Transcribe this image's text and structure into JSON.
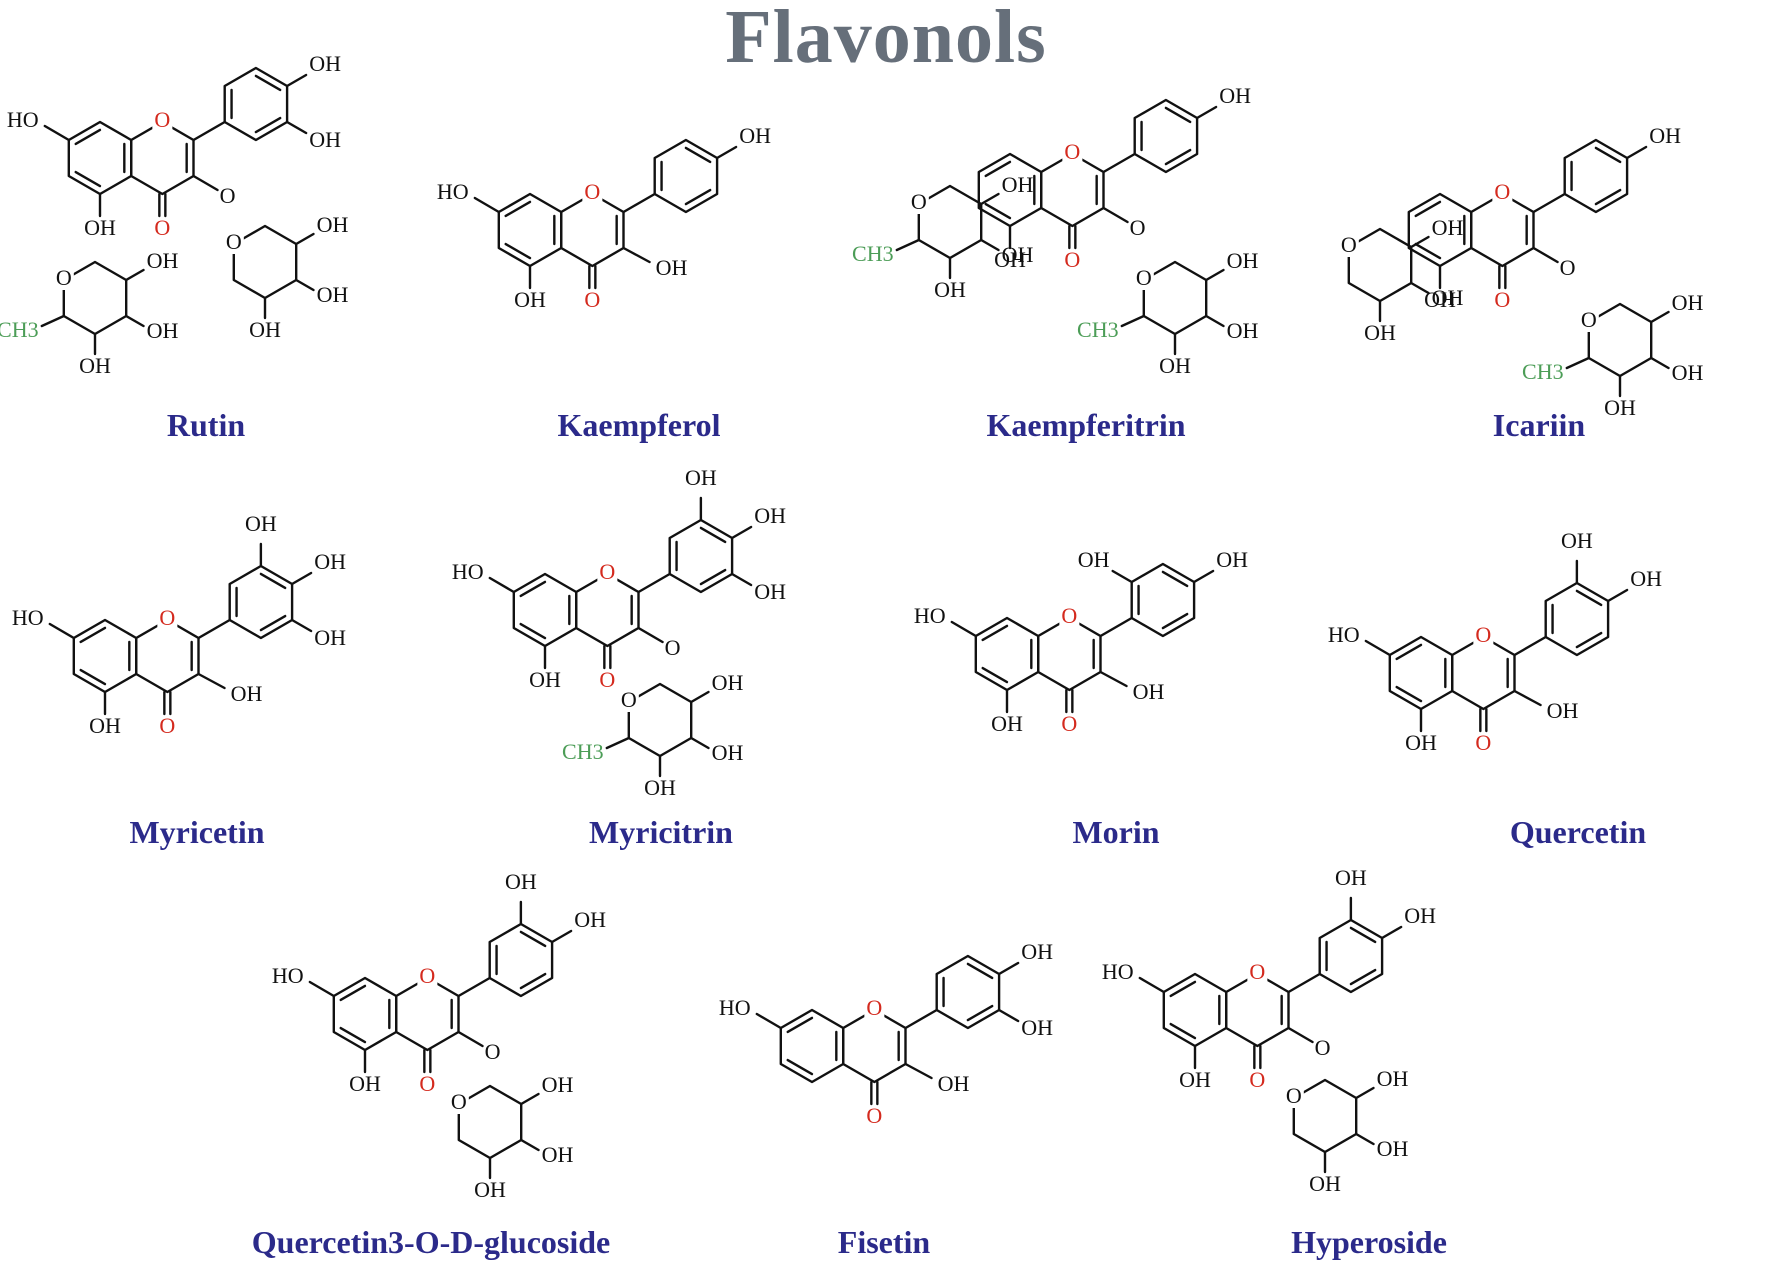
{
  "title": "Flavonols",
  "compounds": [
    {
      "name": "Rutin"
    },
    {
      "name": "Kaempferol"
    },
    {
      "name": "Kaempferitrin"
    },
    {
      "name": "Icariin"
    },
    {
      "name": "Myricetin"
    },
    {
      "name": "Myricitrin"
    },
    {
      "name": "Morin"
    },
    {
      "name": "Quercetin"
    },
    {
      "name": "Quercetin3-O-D-glucoside"
    },
    {
      "name": "Fisetin"
    },
    {
      "name": "Hyperoside"
    }
  ],
  "atom_labels": {
    "oh": "OH",
    "ho": "HO",
    "o": "O",
    "ch3": "CH3"
  },
  "colors": {
    "title": "#666f7a",
    "compound_name": "#2b2a8a",
    "ring_oxygen": "#d42a1e",
    "methyl": "#4c9d57"
  }
}
